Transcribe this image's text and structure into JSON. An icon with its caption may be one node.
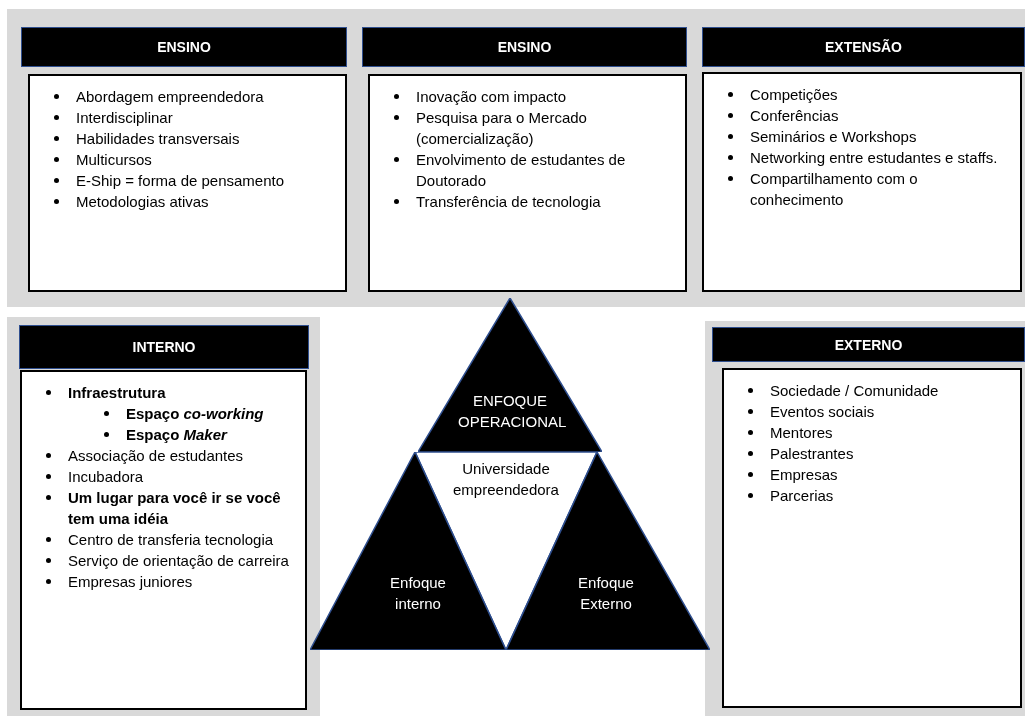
{
  "diagram": {
    "nodes": [
      {
        "text": [
          "ENSINO"
        ]
      },
      {
        "text": [
          "Abordagem empreendedora",
          "Interdisciplinar",
          "Habilidades transversais",
          "Multicursos",
          "E-Ship = forma de pensamento",
          "Metodologias ativas"
        ]
      },
      {
        "text": [
          "ENSINO"
        ]
      },
      {
        "text": [
          "Inovação com impacto",
          "Pesquisa para o Mercado (comercialização)",
          "Envolvimento de estudantes de Doutorado",
          "Transferência de tecnologia"
        ]
      },
      {
        "text": [
          "EXTENSÃO"
        ]
      },
      {
        "text": [
          "Competições",
          "Conferências",
          "Seminários e Workshops",
          "Networking entre estudantes e staffs.",
          "Compartilhamento com o conhecimento"
        ]
      },
      {
        "text": [
          "INTERNO"
        ]
      },
      {
        "text": [
          "Infraestrutura",
          "Espaço *co-working*",
          "Espaço *Maker*",
          "Associação de estudantes",
          "Incubadora",
          "Um lugar para você ir se você tem uma idéia",
          "Centro de transferia tecnologia",
          "Serviço de orientação de carreira",
          "Empresas juniores"
        ]
      },
      {
        "text": [
          "ENFOQUE OPERACIONAL"
        ]
      },
      {
        "text": [
          "Universidade empreendedora"
        ]
      },
      {
        "text": [
          "Enfoque interno"
        ]
      },
      {
        "text": [
          "Enfoque Externo"
        ]
      },
      {
        "text": [
          "EXTERNO"
        ]
      },
      {
        "text": [
          "Sociedade / Comunidade",
          "Eventos sociais",
          "Mentores",
          "Palestrantes",
          "Empresas",
          "Parcerias"
        ]
      }
    ],
    "edges": []
  }
}
